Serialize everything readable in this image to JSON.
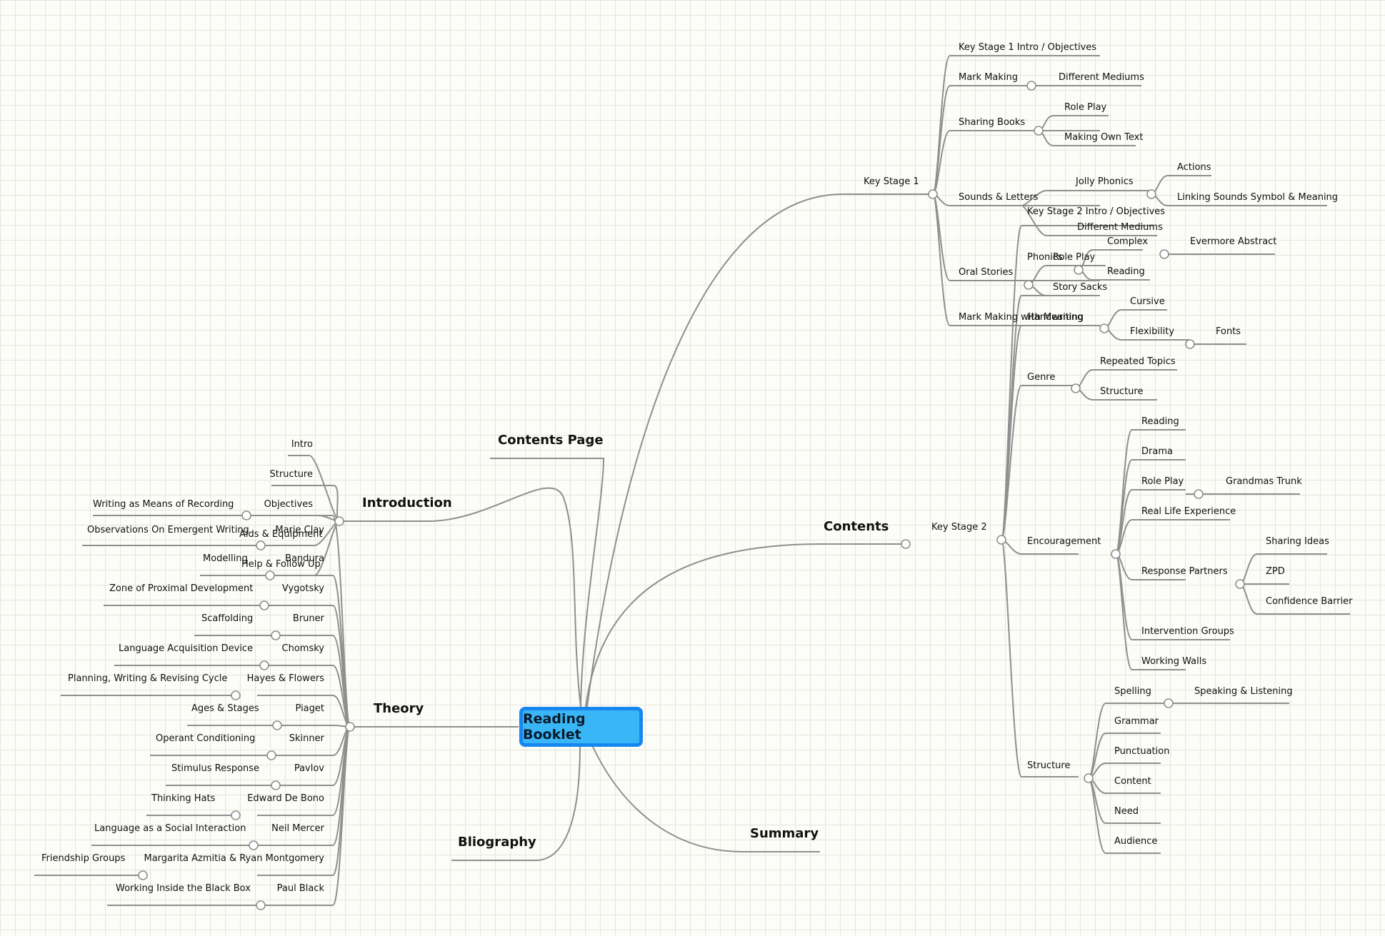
{
  "root": {
    "title": "Reading Booklet"
  },
  "topics": {
    "contents_page": "Contents Page",
    "introduction": "Introduction",
    "theory": "Theory",
    "bliography": "Bliography",
    "summary": "Summary",
    "contents": "Contents"
  },
  "introduction": {
    "intro": "Intro",
    "structure": "Structure",
    "objectives": "Objectives",
    "writing_means": "Writing as Means of Recording",
    "aids": "Aids & Equipment",
    "observations": "Observations On Emergent Writing",
    "help": "Help & Follow Up"
  },
  "theory": {
    "marie_clay": "Marie Clay",
    "bandura": "Bandura",
    "modelling": "Modelling",
    "vygotsky": "Vygotsky",
    "zpd": "Zone of Proximal Development",
    "bruner": "Bruner",
    "scaffolding": "Scaffolding",
    "chomsky": "Chomsky",
    "lad": "Language Acquisition Device",
    "hayes": "Hayes & Flowers",
    "planning": "Planning, Writing & Revising Cycle",
    "piaget": "Piaget",
    "ages": "Ages & Stages",
    "skinner": "Skinner",
    "operant": "Operant Conditioning",
    "pavlov": "Pavlov",
    "stimulus": "Stimulus Response",
    "debono": "Edward De Bono",
    "hats": "Thinking Hats",
    "mercer": "Neil Mercer",
    "language_social": "Language as a Social Interaction",
    "azmitia": "Margarita Azmitia & Ryan Montgomery",
    "friendship": "Friendship Groups",
    "black": "Paul Black",
    "black_box": "Working Inside the Black Box"
  },
  "ks1": {
    "title": "Key Stage 1",
    "intro": "Key Stage 1 Intro / Objectives",
    "mark_making": "Mark Making",
    "different_mediums": "Different Mediums",
    "sharing_books": "Sharing Books",
    "role_play": "Role Play",
    "making_own_text": "Making Own Text",
    "sounds": "Sounds & Letters",
    "jolly": "Jolly Phonics",
    "actions": "Actions",
    "linking": "Linking Sounds Symbol & Meaning",
    "sounds_different_mediums": "Different Mediums",
    "oral": "Oral Stories",
    "oral_role_play": "Role Play",
    "story_sacks": "Story Sacks",
    "mark_meaning": "Mark Making with Meaning"
  },
  "ks2": {
    "title": "Key Stage 2",
    "intro": "Key Stage 2 Intro / Objectives",
    "phonics": "Phonics",
    "complex": "Complex",
    "evermore": "Evermore Abstract",
    "reading": "Reading",
    "handwriting": "Handwriting",
    "cursive": "Cursive",
    "flexibility": "Flexibility",
    "fonts": "Fonts",
    "genre": "Genre",
    "repeated": "Repeated Topics",
    "genre_structure": "Structure",
    "encouragement": "Encouragement",
    "enc_reading": "Reading",
    "drama": "Drama",
    "enc_role_play": "Role Play",
    "grandmas": "Grandmas Trunk",
    "real_life": "Real Life Experience",
    "response": "Response Partners",
    "sharing_ideas": "Sharing Ideas",
    "zpd": "ZPD",
    "confidence": "Confidence Barrier",
    "intervention": "Intervention Groups",
    "working_walls": "Working Walls",
    "structure": "Structure",
    "spelling": "Spelling",
    "speaking": "Speaking & Listening",
    "grammar": "Grammar",
    "punctuation": "Punctuation",
    "content": "Content",
    "need": "Need",
    "audience": "Audience"
  },
  "colors": {
    "canvas": "#fcfcf8",
    "grid": "#e6e6de",
    "line": "#8f8f8f",
    "root_fill": "#39b6f6",
    "root_border": "#1787f0",
    "text": "#111111"
  }
}
